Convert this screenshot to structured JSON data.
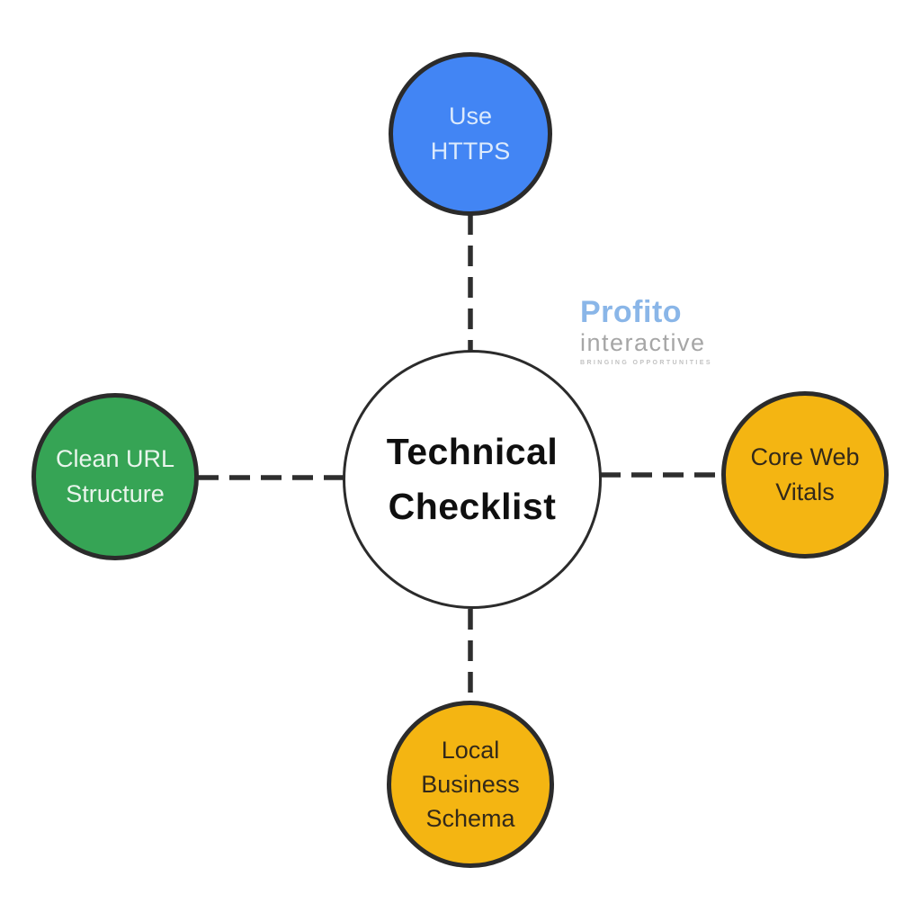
{
  "page": {
    "background": "#ffffff"
  },
  "logo": {
    "brand": "Profito",
    "brand_color": "#8ab6e8",
    "sub": "interactive",
    "sub_color": "#a6a6a6",
    "tagline": "BRINGING OPPORTUNITIES",
    "tagline_color": "#c2c2c2"
  },
  "diagram": {
    "type": "radial-mind-map",
    "connector_color": "#2e2e2e",
    "connector_style": "dashed",
    "outline_color": "#2b2b2b",
    "center": {
      "label": "Technical\nChecklist",
      "fill": "#ffffff",
      "text_color": "#0f0f0f"
    },
    "nodes": [
      {
        "id": "use-https",
        "position": "top",
        "label": "Use\nHTTPS",
        "fill": "#4285f4",
        "text_color": "#dceafc"
      },
      {
        "id": "clean-url-structure",
        "position": "left",
        "label": "Clean URL\nStructure",
        "fill": "#36a455",
        "text_color": "#e9f5ec"
      },
      {
        "id": "core-web-vitals",
        "position": "right",
        "label": "Core Web\nVitals",
        "fill": "#f4b512",
        "text_color": "#33291a"
      },
      {
        "id": "local-business-schema",
        "position": "bottom",
        "label": "Local\nBusiness\nSchema",
        "fill": "#f4b512",
        "text_color": "#33291a"
      }
    ]
  }
}
